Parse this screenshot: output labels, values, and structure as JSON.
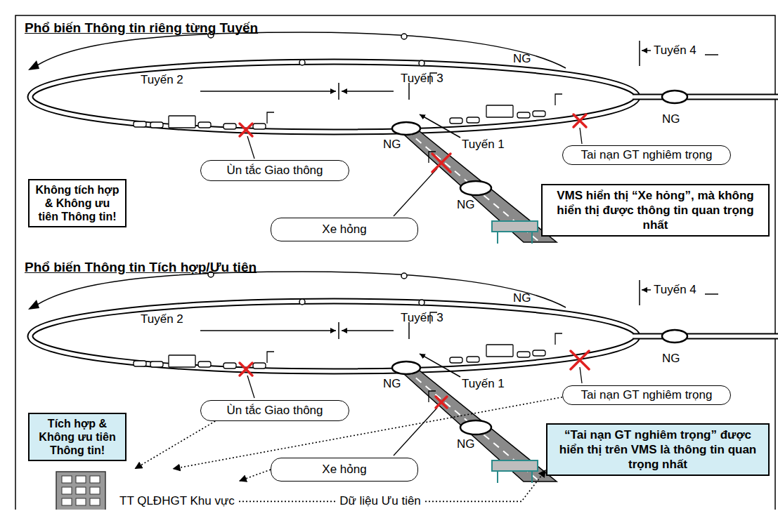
{
  "diagram": {
    "nodes": [
      {
        "text": [
          "Không tích hợp & Không ưu tiên Thông tin!"
        ]
      },
      {
        "text": [
          "Ùn tắc Giao thông"
        ]
      },
      {
        "text": [
          "Xe hỏng"
        ]
      },
      {
        "text": [
          "Tai nạn GT nghiêm trọng"
        ]
      },
      {
        "text": [
          "VMS hiển thị “Xe hỏng”, mà không hiển thị được thông tin quan trọng nhất"
        ]
      },
      {
        "text": [
          "Tích hợp & Không ưu tiên Thông tin!"
        ]
      },
      {
        "text": [
          "Ùn tắc Giao thông"
        ]
      },
      {
        "text": [
          "Tai nạn GT nghiêm trọng"
        ]
      },
      {
        "text": [
          "Xe hỏng"
        ]
      },
      {
        "text": [
          "“Tai nạn GT nghiêm trọng” được hiển thị trên VMS là thông tin quan trọng nhất"
        ]
      },
      {
        "text": [
          "TT QLĐHGT Khu vực"
        ]
      }
    ],
    "edges": [
      {
        "from": 6,
        "to": 10,
        "arrow": "to"
      },
      {
        "from": 7,
        "to": 10,
        "arrow": "to"
      },
      {
        "from": 8,
        "to": 10,
        "arrow": "to"
      },
      {
        "from": 10,
        "to": 9,
        "label": "Dữ liệu Ưu tiên",
        "arrow": "to"
      }
    ],
    "labels": [
      "Phổ biến Thông tin riêng từng Tuyến",
      "Tuyến 4",
      "NG",
      "Tuyến 2",
      "Tuyến 3",
      "NG",
      "NG",
      "Tuyến 1",
      "NG",
      "Phổ biến Thông tin Tích hợp/Ưu tiên",
      "Tuyến 4",
      "NG",
      "Tuyến 2",
      "Tuyến 3",
      "NG",
      "NG",
      "Tuyến 1",
      "NG"
    ]
  }
}
